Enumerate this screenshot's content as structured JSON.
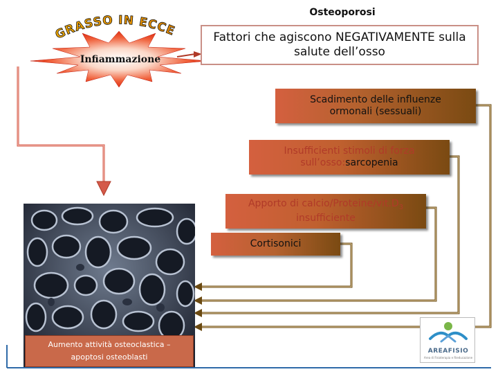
{
  "header": {
    "title": "Osteoporosi",
    "subtitle": "Fattori che agiscono NEGATIVAMENTE sulla salute dell’osso"
  },
  "left": {
    "arc_text": "GRASSO IN ECCESSO",
    "burst_label": "Infiammazione",
    "caption_line1": "Aumento attività osteoclastica –",
    "caption_line2": "apoptosi osteoblasti"
  },
  "factors": {
    "f1_line1": "Scadimento delle influenze",
    "f1_line2": "ormonali (sessuali)",
    "f2_line1": "Insufficienti stimoli di forza",
    "f2_line2a": "sull’osso:",
    "f2_line2b": "sarcopenia",
    "f3_line1": "Apporto di calcio/Proteine/vit.D",
    "f3_sub": "3",
    "f3_line2": "insufficiente",
    "f4": "Cortisonici"
  },
  "logo": {
    "name": "AREAFISIO",
    "tagline": "Area di Fisioterapia e Rieducazione"
  },
  "colors": {
    "arrow": "#6b4a12",
    "left_arrow": "#d45a4a",
    "burst": "#e02a10"
  }
}
